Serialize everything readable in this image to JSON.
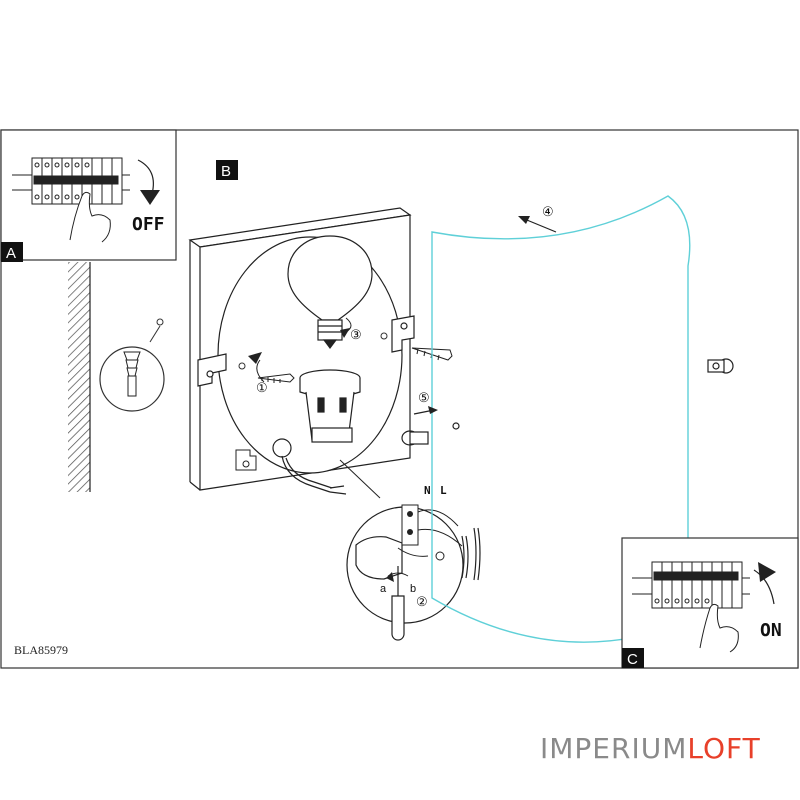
{
  "panels": {
    "a": {
      "label": "A",
      "switch_text": "OFF"
    },
    "b": {
      "label": "B"
    },
    "c": {
      "label": "C",
      "switch_text": "ON"
    }
  },
  "steps": [
    "①",
    "②",
    "③",
    "④",
    "⑤"
  ],
  "wiring": {
    "neutral": "N",
    "live": "L",
    "screw_a": "a",
    "screw_b": "b"
  },
  "model_code": "BLA85979",
  "watermark": {
    "part1": "IMPERIUM",
    "part2": "LOFT"
  },
  "colors": {
    "shade": "#5fd0d8",
    "line": "#222222",
    "watermark_gray": "#8a8a8a",
    "watermark_accent": "#e8402a"
  },
  "icons": [
    "wall-plug-icon",
    "screw-icon",
    "light-bulb-icon",
    "lamp-socket-icon",
    "screwdriver-icon",
    "hand-icon",
    "circuit-breaker-icon",
    "rotate-arrow-icon",
    "cap-nut-icon"
  ]
}
